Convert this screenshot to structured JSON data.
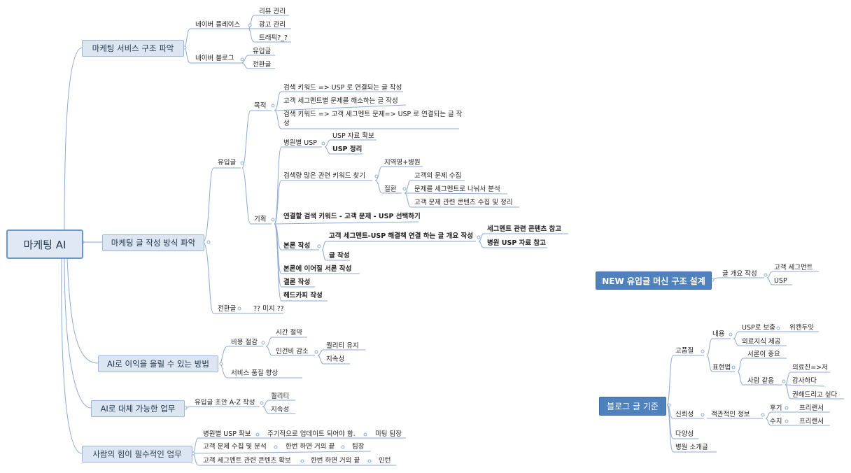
{
  "root": "마케팅  AI",
  "branches": {
    "structure": {
      "label": "마케팅 서비스 구조 파악",
      "naver_place": {
        "label": "네이버 플레이스",
        "items": [
          "리뷰 관리",
          "광고 관리",
          "트래픽?_?"
        ]
      },
      "naver_blog": {
        "label": "네이버 블로그",
        "items": [
          "유입글",
          "전환글"
        ]
      }
    },
    "writing": {
      "label": "마케팅 글 작성 방식 파악",
      "inflow": {
        "label": "유입글",
        "purpose": {
          "label": "목적",
          "items": [
            "검색 키워드 =>  USP 로 연결되는 글 작성",
            "고객 세그멘트별 문제를 해소하는 글 작성",
            "검색 키워드 => 고객 세그멘트 문제=> USP 로 연결되는 글 작성"
          ]
        },
        "plan": {
          "label": "기획",
          "usp": {
            "label": "병원별 USP",
            "items": [
              "USP 자료 확보",
              "USP 정리"
            ]
          },
          "keyword": {
            "label": "검색량 많은 관련 키워드 찾기",
            "region": "지역명+병원",
            "disease": {
              "label": "질환",
              "items": [
                "고객의 문제 수집",
                "문제를 세그멘트로 나눠서 분석",
                "고객 문제 관련 콘텐츠 수집 및 정리"
              ]
            }
          },
          "connect": "연결할 검색 키워드 - 고객 문제 - USP 선택하기",
          "body": {
            "label": "본론 작성",
            "outline": "고객 세그멘트-USP 해결책 연결 하는 글 개요 작성",
            "refs": [
              "세그멘트 관련 콘텐츠 참고",
              "병원 USP 자료 참고"
            ],
            "write": "글 작성"
          },
          "intro": "본론에 이어질 서론 작성",
          "conclusion": "결론 작성",
          "headcopy": "헤드카피 작성"
        }
      },
      "conversion": {
        "label": "전환글",
        "note": "?? 미지 ??"
      }
    },
    "profit": {
      "label": "AI로 이익을 올릴 수 있는 방법",
      "cost": {
        "label": "비용 절감",
        "time": "시간 절약",
        "labor": {
          "label": "인건비 감소",
          "items": [
            "퀄리티 유지",
            "지속성"
          ]
        }
      },
      "quality": "서비스 품질 향상"
    },
    "replace": {
      "label": "AI로 대체 가능한 업무",
      "draft": {
        "label": "유입글 초안 A-Z 작성",
        "items": [
          "퀄리티",
          "지속성"
        ]
      }
    },
    "human": {
      "label": "사람의 힘이 필수적인 업무",
      "rows": [
        {
          "task": "병원별 USP 확보",
          "note": "주기적으로 업데이트 되어야 함.",
          "who": "미팅 팀장"
        },
        {
          "task": "고객 문제 수집 및 분석",
          "note": "한번 하면 거의 끝",
          "who": "팀장"
        },
        {
          "task": "고객 세그멘트 관련 콘텐츠 확보",
          "note": "한번 하면 거의 끝",
          "who": "인턴"
        }
      ]
    }
  },
  "new_design": {
    "label": "NEW 유입글 머신 구조 설계",
    "outline": {
      "label": "글 개요 작성",
      "items": [
        "고객 세그먼트",
        "USP"
      ]
    }
  },
  "blog_criteria": {
    "label": "블로그 글 기준",
    "quality": {
      "label": "고품질",
      "content": {
        "label": "내용",
        "usp": "USP로 보충",
        "pic": "위캔두잇",
        "expert": "의료지식 제공"
      },
      "expression": {
        "label": "표현법",
        "intro": "서론이 중요",
        "person": {
          "label": "사람 같음",
          "items": [
            "의료진=>저",
            "감사하다",
            "권해드리고 싶다"
          ]
        }
      }
    },
    "trust": {
      "label": "신뢰성",
      "objective": {
        "label": "객관적인 정보",
        "review": "후기",
        "figure": "수치",
        "freelancer": [
          "프리랜서",
          "프리랜서"
        ]
      }
    },
    "variety": "다양성",
    "intro_post": "병원 소개글"
  }
}
